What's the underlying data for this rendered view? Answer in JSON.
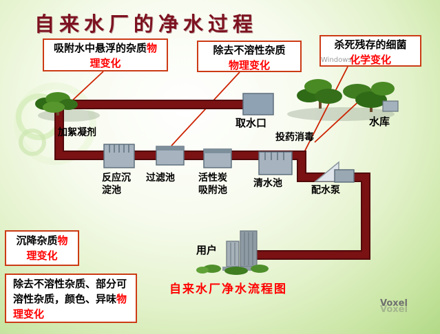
{
  "slide": {
    "title": "自来水厂的净水过程",
    "caption": "自来水厂净水流程图",
    "watermarks": {
      "top": "Windows",
      "bottom": "Voxel"
    }
  },
  "callouts": {
    "c1": {
      "text": "吸附水中悬浮的杂质",
      "hl": "物理变化"
    },
    "c2": {
      "text": "除去不溶性杂质",
      "hl": "物理变化"
    },
    "c3": {
      "text": "杀死残存的细菌",
      "hl": "化学变化"
    }
  },
  "notes": {
    "n1": {
      "text": "沉降杂质",
      "hl": "物理变化"
    },
    "n2": {
      "text": "除去不溶性杂质、部分可溶性杂质，颜色、异味",
      "hl": "物理变化"
    }
  },
  "labels": {
    "flocculant": "加絮凝剂",
    "intake": "取水口",
    "reservoir": "水库",
    "dosing": "投药消毒",
    "sedimentation": "反应沉淀池",
    "filtration": "过滤池",
    "carbon": "活性炭吸附池",
    "clear_water": "清水池",
    "pump": "配水泵",
    "users": "用户"
  },
  "colors": {
    "pipe": "#7a1113",
    "highlight": "#ff0000",
    "title": "#7d1220",
    "callout_border": "#cc3a14",
    "tank_fill": "#a7b4c0",
    "background_green": "#c8e5a2"
  }
}
